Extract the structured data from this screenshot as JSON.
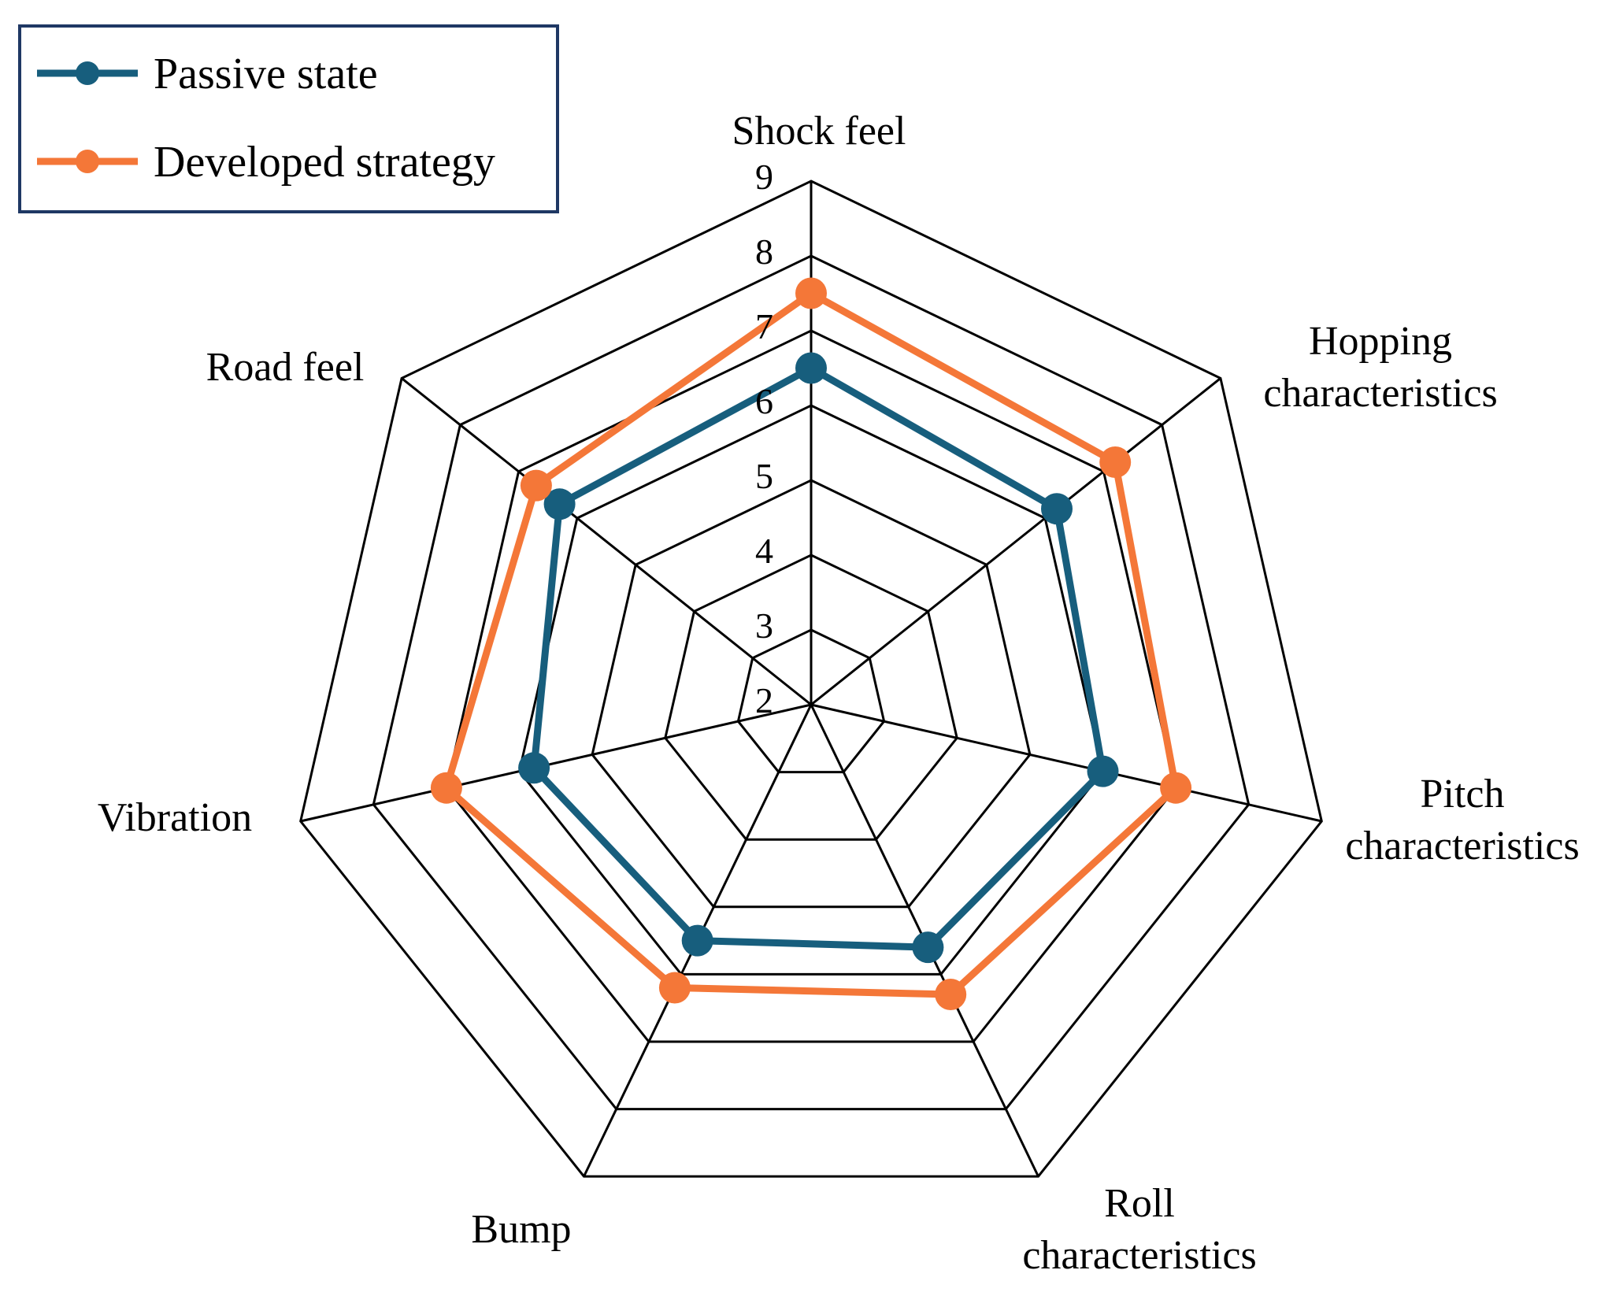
{
  "chart_data": {
    "type": "radar",
    "axes": [
      {
        "label_lines": [
          "Shock feel"
        ]
      },
      {
        "label_lines": [
          "Hopping",
          "characteristics"
        ]
      },
      {
        "label_lines": [
          "Pitch",
          "characteristics"
        ]
      },
      {
        "label_lines": [
          "Roll",
          "characteristics"
        ]
      },
      {
        "label_lines": [
          "Bump"
        ]
      },
      {
        "label_lines": [
          "Vibration"
        ]
      },
      {
        "label_lines": [
          "Road feel"
        ]
      }
    ],
    "ticks": [
      "2",
      "3",
      "4",
      "5",
      "6",
      "7",
      "8",
      "9"
    ],
    "range": [
      2,
      9
    ],
    "grid": true,
    "legend_position": "top-left",
    "series": [
      {
        "name": "Passive state",
        "color": "#175e7d",
        "values": [
          6.5,
          6.2,
          6.0,
          5.6,
          5.5,
          5.8,
          6.3
        ]
      },
      {
        "name": "Developed strategy",
        "color": "#f47738",
        "values": [
          7.5,
          7.2,
          7.0,
          6.3,
          6.2,
          7.0,
          6.7
        ]
      }
    ]
  }
}
